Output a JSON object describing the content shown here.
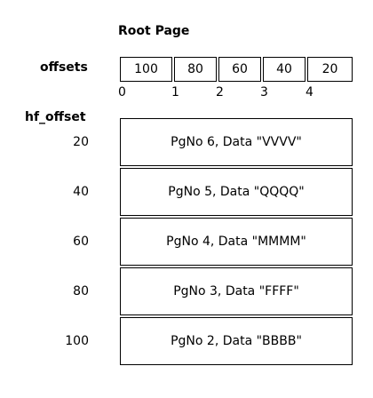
{
  "title": "Root Page",
  "offsets_label": "offsets",
  "offsets": [
    "100",
    "80",
    "60",
    "40",
    "20"
  ],
  "indices": [
    "0",
    "1",
    "2",
    "3",
    "4"
  ],
  "hf_offset_label": "hf_offset",
  "rows": [
    {
      "offset": "20",
      "record": "PgNo 6, Data \"VVVV\""
    },
    {
      "offset": "40",
      "record": "PgNo 5, Data \"QQQQ\""
    },
    {
      "offset": "60",
      "record": "PgNo 4, Data \"MMMM\""
    },
    {
      "offset": "80",
      "record": "PgNo 3, Data \"FFFF\""
    },
    {
      "offset": "100",
      "record": "PgNo 2, Data \"BBBB\""
    }
  ]
}
